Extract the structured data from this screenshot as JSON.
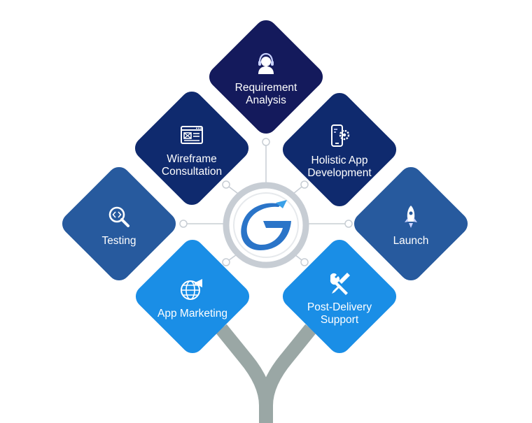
{
  "colors": {
    "navy": "#141a5c",
    "dark_blue": "#0f2a6e",
    "mid_blue": "#275a9e",
    "bright_blue": "#1a8ee6",
    "trunk": "#9aa7a5",
    "hub_ring": "#c7cdd4",
    "logo": "#2a74c8"
  },
  "center": {
    "logo_icon": "brand-g-icon"
  },
  "steps": [
    {
      "id": "requirement",
      "label": "Requirement Analysis",
      "icon": "headset-user-icon"
    },
    {
      "id": "wireframe",
      "label": "Wireframe Consultation",
      "icon": "browser-layout-icon"
    },
    {
      "id": "holistic",
      "label": "Holistic App Development",
      "icon": "mobile-gear-icon"
    },
    {
      "id": "testing",
      "label": "Testing",
      "icon": "code-search-icon"
    },
    {
      "id": "launch",
      "label": "Launch",
      "icon": "rocket-icon"
    },
    {
      "id": "marketing",
      "label": "App Marketing",
      "icon": "globe-megaphone-icon"
    },
    {
      "id": "support",
      "label": "Post-Delivery Support",
      "icon": "wrench-screwdriver-icon"
    }
  ]
}
